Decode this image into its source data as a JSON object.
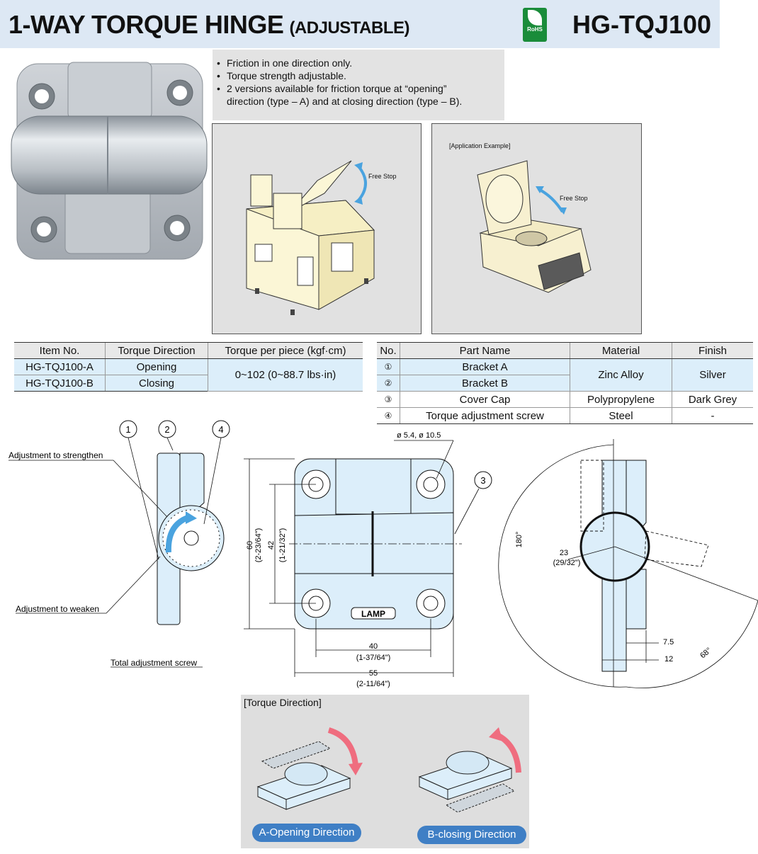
{
  "header": {
    "title": "1-WAY TORQUE HINGE",
    "subtitle": "(ADJUSTABLE)",
    "rohs_label": "RoHS",
    "model": "HG-TQJ100"
  },
  "features": [
    "Friction in one direction only.",
    "Torque strength adjustable.",
    "2 versions available for friction torque at “opening”",
    "direction (type – A) and at closing direction (type – B)."
  ],
  "examples": {
    "free_stop": "Free Stop",
    "application_label": "[Application Example]"
  },
  "spec_table": {
    "headers": [
      "Item No.",
      "Torque Direction",
      "Torque per piece (kgf·cm)"
    ],
    "rows": [
      {
        "item": "HG-TQJ100-A",
        "direction": "Opening"
      },
      {
        "item": "HG-TQJ100-B",
        "direction": "Closing"
      }
    ],
    "torque": "0~102 (0~88.7 lbs·in)"
  },
  "parts_table": {
    "headers": [
      "No.",
      "Part Name",
      "Material",
      "Finish"
    ],
    "rows": [
      {
        "no": "①",
        "name": "Bracket A"
      },
      {
        "no": "②",
        "name": "Bracket B"
      },
      {
        "no": "③",
        "name": "Cover Cap",
        "material": "Polypropylene",
        "finish": "Dark Grey"
      },
      {
        "no": "④",
        "name": "Torque adjustment screw",
        "material": "Steel",
        "finish": "-"
      }
    ],
    "merged_material": "Zinc Alloy",
    "merged_finish": "Silver"
  },
  "drawing": {
    "callouts": [
      "1",
      "2",
      "4",
      "3"
    ],
    "adjust_strengthen": "Adjustment to strengthen",
    "adjust_weaken": "Adjustment to weaken",
    "total_screw": "Total adjustment screw",
    "hole_dia": "ø 5.4, ø 10.5",
    "dim_60": "60",
    "dim_60_in": "(2-23/64\")",
    "dim_42": "42",
    "dim_42_in": "(1-21/32\")",
    "dim_40": "40",
    "dim_40_in": "(1-37/64\")",
    "dim_55": "55",
    "dim_55_in": "(2-11/64\")",
    "logo": "LAMP",
    "angle_180": "180°",
    "dim_23": "23",
    "dim_23_in": "(29/32\")",
    "dim_7_5": "7.5",
    "dim_12": "12",
    "angle_68": "68°"
  },
  "torque_direction": {
    "title": "[Torque Direction]",
    "a_label": "A-Opening Direction",
    "b_label": "B-closing Direction"
  },
  "colors": {
    "header_bg": "#dde8f4",
    "part_fill": "#dceefa",
    "pill": "#3f7fc5",
    "arrow_blue": "#4aa3df",
    "arrow_pink": "#ef6d7f",
    "rohs_green": "#1a8c3a"
  }
}
